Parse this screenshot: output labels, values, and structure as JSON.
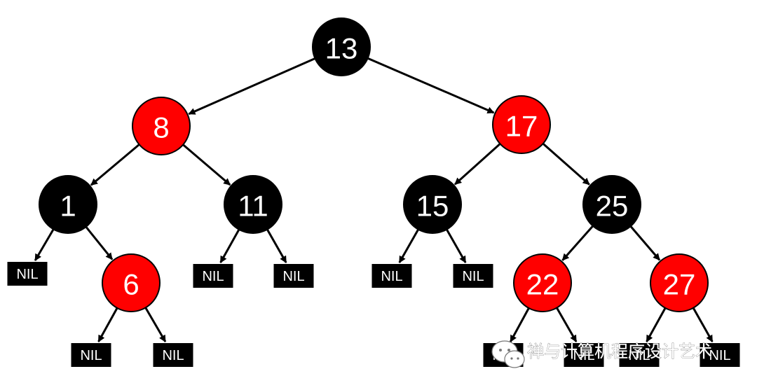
{
  "colors": {
    "red": "#ff0000",
    "black": "#000000",
    "nil_box": "#000000",
    "label": "#ffffff",
    "edge": "#000000"
  },
  "nodes": [
    {
      "id": "n13",
      "label": "13",
      "color": "black"
    },
    {
      "id": "n8",
      "label": "8",
      "color": "red"
    },
    {
      "id": "n17",
      "label": "17",
      "color": "red"
    },
    {
      "id": "n1",
      "label": "1",
      "color": "black"
    },
    {
      "id": "n11",
      "label": "11",
      "color": "black"
    },
    {
      "id": "n15",
      "label": "15",
      "color": "black"
    },
    {
      "id": "n25",
      "label": "25",
      "color": "black"
    },
    {
      "id": "n6",
      "label": "6",
      "color": "red"
    },
    {
      "id": "n22",
      "label": "22",
      "color": "red"
    },
    {
      "id": "n27",
      "label": "27",
      "color": "red"
    }
  ],
  "nil_label": "NIL",
  "nil_leaves": [
    "nil-1-left",
    "nil-6-left",
    "nil-6-right",
    "nil-11-left",
    "nil-11-right",
    "nil-15-left",
    "nil-15-right",
    "nil-22-left",
    "nil-22-right",
    "nil-27-left",
    "nil-27-right"
  ],
  "edges": [
    [
      "n13",
      "n8"
    ],
    [
      "n13",
      "n17"
    ],
    [
      "n8",
      "n1"
    ],
    [
      "n8",
      "n11"
    ],
    [
      "n17",
      "n15"
    ],
    [
      "n17",
      "n25"
    ],
    [
      "n1",
      "nil-1-left"
    ],
    [
      "n1",
      "n6"
    ],
    [
      "n6",
      "nil-6-left"
    ],
    [
      "n6",
      "nil-6-right"
    ],
    [
      "n11",
      "nil-11-left"
    ],
    [
      "n11",
      "nil-11-right"
    ],
    [
      "n15",
      "nil-15-left"
    ],
    [
      "n15",
      "nil-15-right"
    ],
    [
      "n25",
      "n22"
    ],
    [
      "n25",
      "n27"
    ],
    [
      "n22",
      "nil-22-left"
    ],
    [
      "n22",
      "nil-22-right"
    ],
    [
      "n27",
      "nil-27-left"
    ],
    [
      "n27",
      "nil-27-right"
    ]
  ],
  "watermark": {
    "text": "禅与计算机程序设计艺术",
    "icon": "wechat-icon"
  }
}
